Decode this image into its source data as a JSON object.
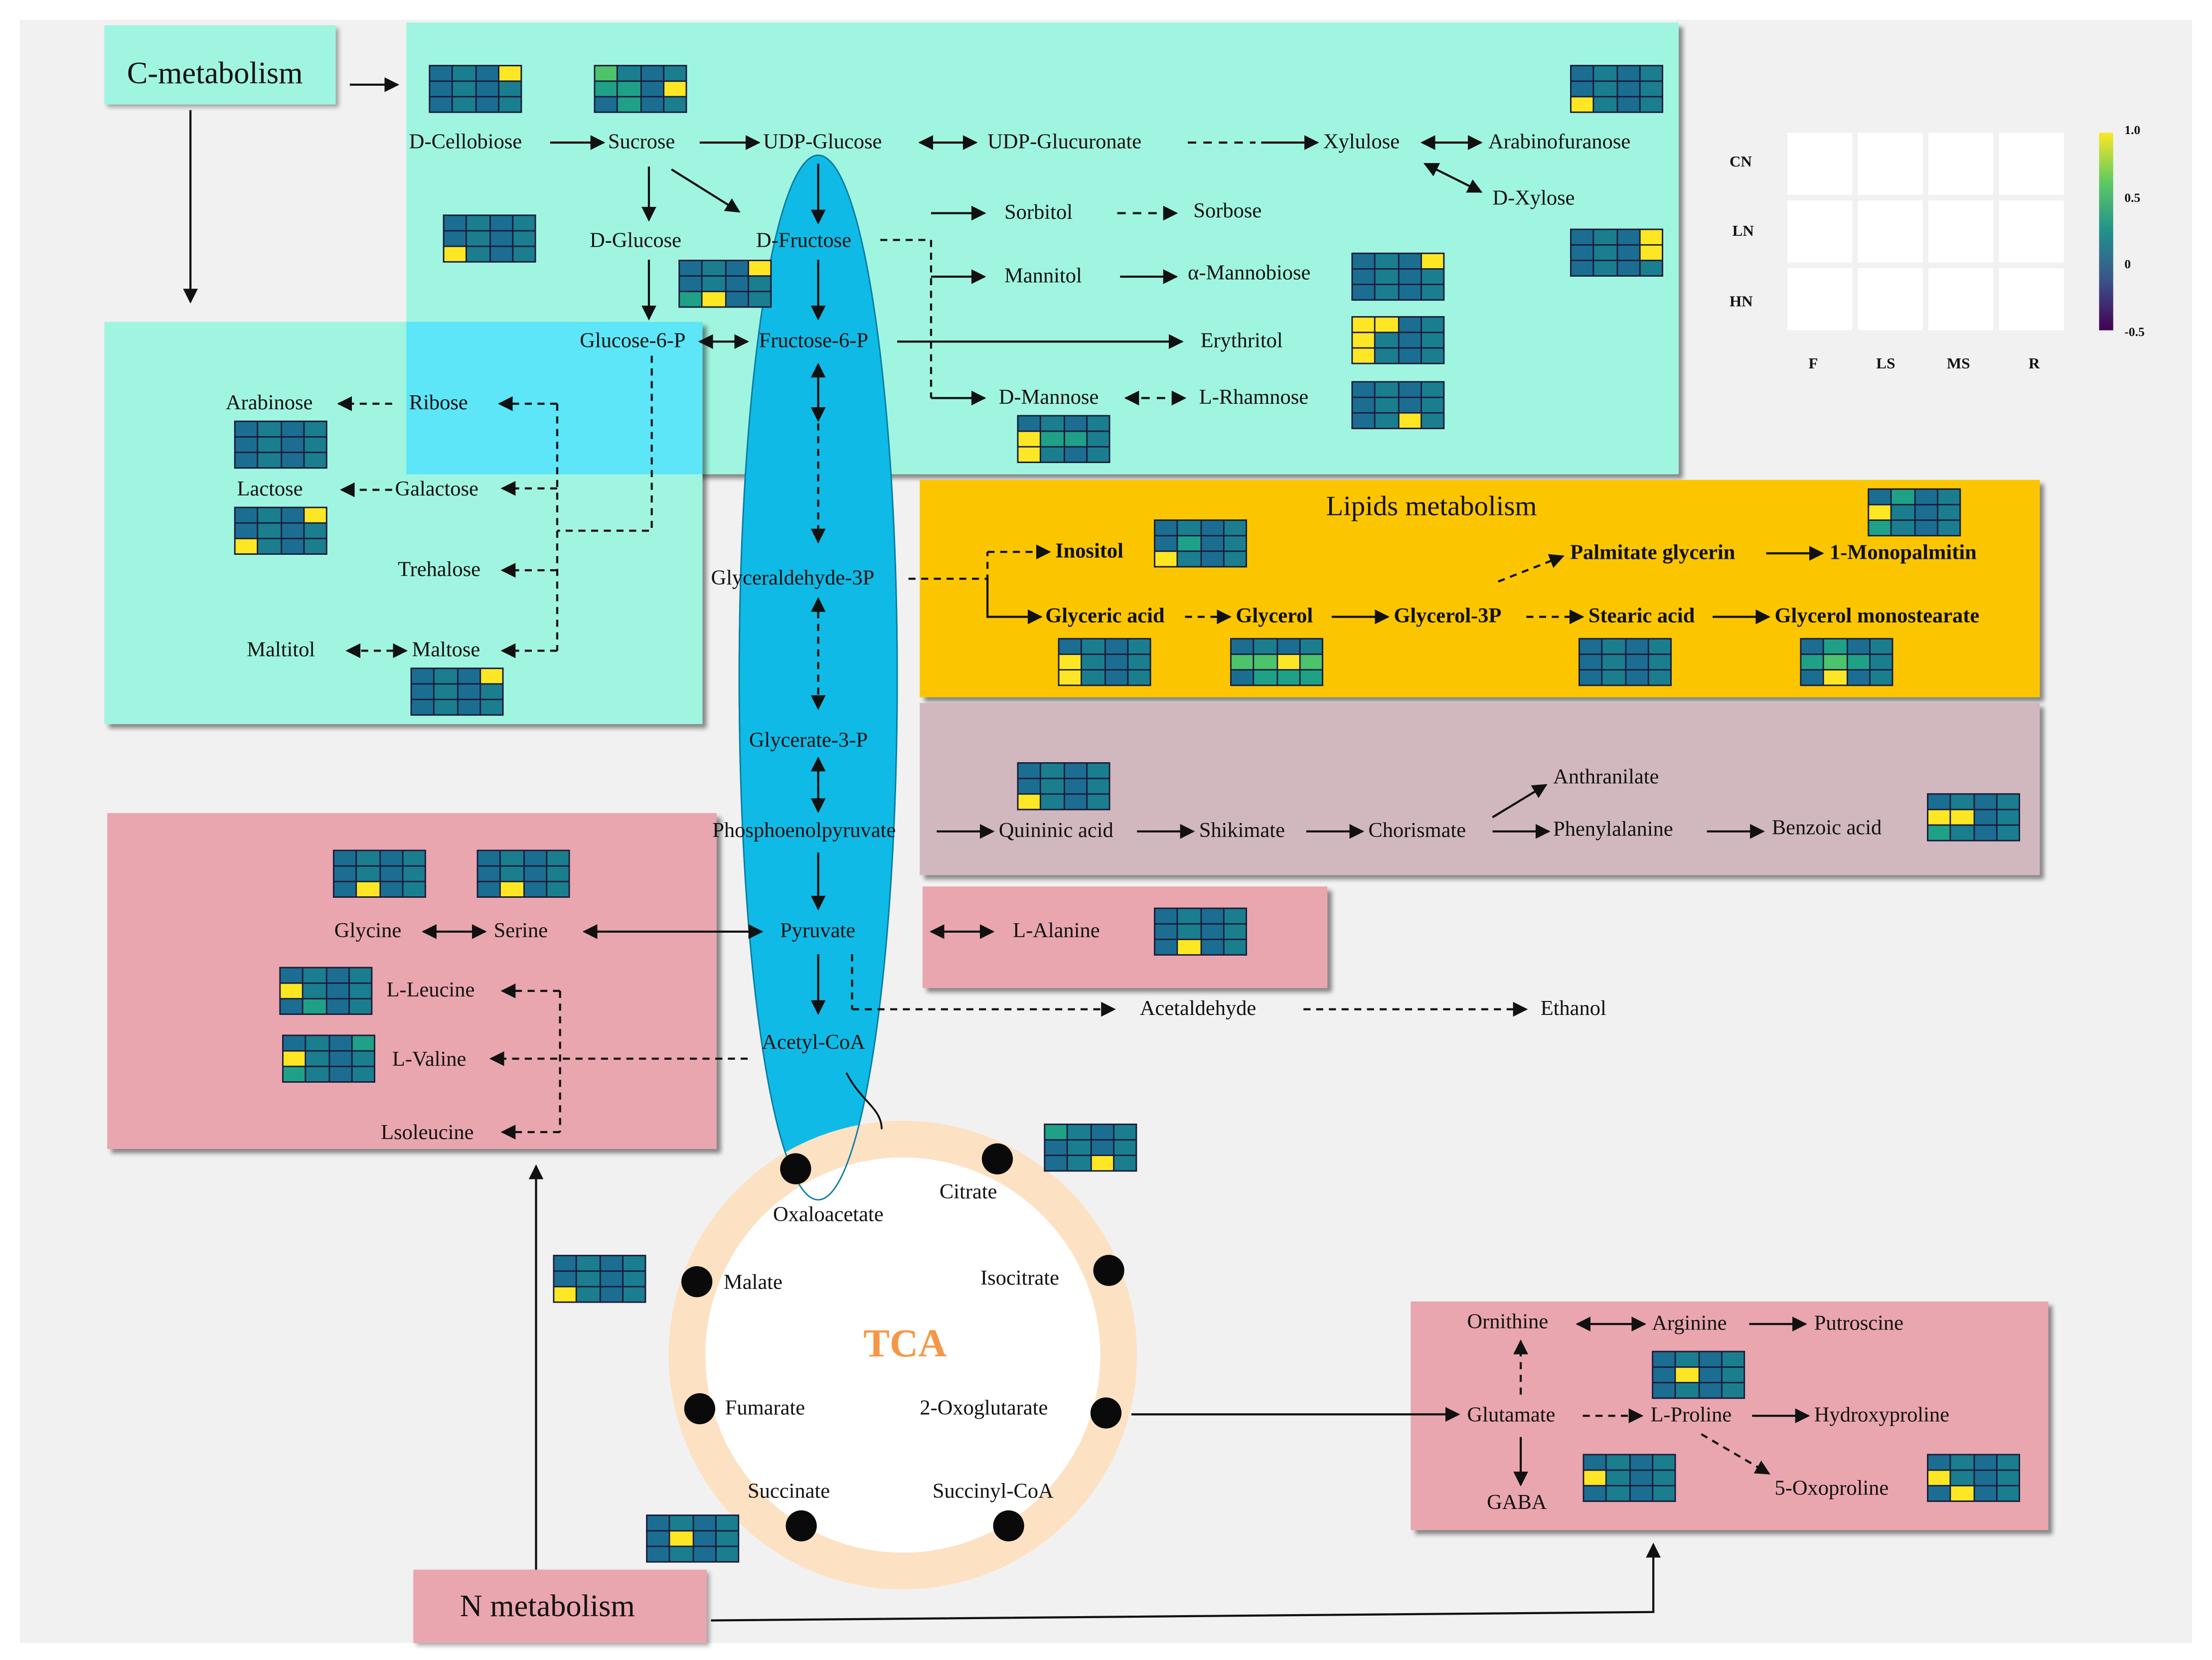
{
  "sections": {
    "c_metabolism": "C-metabolism",
    "n_metabolism": "N metabolism",
    "lipids_metabolism": "Lipids metabolism",
    "tca": "TCA"
  },
  "metabolites": {
    "d_cellobiose": "D-Cellobiose",
    "sucrose": "Sucrose",
    "udp_glucose": "UDP-Glucose",
    "udp_glucuronate": "UDP-Glucuronate",
    "xylulose": "Xylulose",
    "arabinofuranose": "Arabinofuranose",
    "d_xylose": "D-Xylose",
    "d_glucose": "D-Glucose",
    "d_fructose": "D-Fructose",
    "sorbitol": "Sorbitol",
    "sorbose": "Sorbose",
    "mannitol": "Mannitol",
    "mannobiose": "α-Mannobiose",
    "glucose_6p": "Glucose-6-P",
    "fructose_6p": "Fructose-6-P",
    "erythritol": "Erythritol",
    "d_mannose": "D-Mannose",
    "l_rhamnose": "L-Rhamnose",
    "arabinose": "Arabinose",
    "ribose": "Ribose",
    "lactose": "Lactose",
    "galactose": "Galactose",
    "trehalose": "Trehalose",
    "maltitol": "Maltitol",
    "maltose": "Maltose",
    "glyceraldehyde_3p": "Glyceraldehyde-3P",
    "inositol": "Inositol",
    "palmitate_glycerin": "Palmitate glycerin",
    "monopalmitin": "1-Monopalmitin",
    "glyceric_acid": "Glyceric acid",
    "glycerol": "Glycerol",
    "glycerol_3p": "Glycerol-3P",
    "stearic_acid": "Stearic acid",
    "glycerol_monostearate": "Glycerol monostearate",
    "glycerate_3p": "Glycerate-3-P",
    "anthranilate": "Anthranilate",
    "phosphoenolpyruvate": "Phosphoenolpyruvate",
    "quininic_acid": "Quininic acid",
    "shikimate": "Shikimate",
    "chorismate": "Chorismate",
    "phenylalanine": "Phenylalanine",
    "benzoic_acid": "Benzoic acid",
    "glycine": "Glycine",
    "serine": "Serine",
    "pyruvate": "Pyruvate",
    "l_alanine": "L-Alanine",
    "l_leucine": "L-Leucine",
    "l_valine": "L-Valine",
    "lsoleucine": "Lsoleucine",
    "acetaldehyde": "Acetaldehyde",
    "ethanol": "Ethanol",
    "acetyl_coa": "Acetyl-CoA",
    "oxaloacetate": "Oxaloacetate",
    "citrate": "Citrate",
    "malate": "Malate",
    "isocitrate": "Isocitrate",
    "fumarate": "Fumarate",
    "oxoglutarate": "2-Oxoglutarate",
    "succinate": "Succinate",
    "succinyl_coa": "Succinyl-CoA",
    "ornithine": "Ornithine",
    "arginine": "Arginine",
    "putroscine": "Putroscine",
    "glutamate": "Glutamate",
    "l_proline": "L-Proline",
    "hydroxyproline": "Hydroxyproline",
    "gaba": "GABA",
    "oxoproline": "5-Oxoproline"
  },
  "legend": {
    "rows": [
      "CN",
      "LN",
      "HN"
    ],
    "cols": [
      "F",
      "LS",
      "MS",
      "R"
    ],
    "scale_ticks": [
      "1.0",
      "0.5",
      "0",
      "-0.5"
    ]
  },
  "colors": {
    "c_box": "#a0f5e0",
    "overlap": "#5de6f7",
    "pathway": "#0fbbe6",
    "lipids": "#fbc600",
    "aromatic": "#d1b8be",
    "amino": "#e9a6ae",
    "tca_ring": "#fde1c3",
    "tca_text": "#f59744",
    "v_low": "#1b6e91",
    "v_mid": "#1fa187",
    "v_green": "#4dc36b",
    "v_lgreen": "#a0da39",
    "v_yellow": "#fde725"
  },
  "heatmaps": {
    "cellobiose": "bbbybbbbbbbb",
    "sucrose": "lbbbggbybgbb",
    "dglucose": "bbbbbbbbybbb",
    "dfructose": "bbbybbbbgybb",
    "xylulose": "bbbbbbbbybbb",
    "dxylose": "bbbybbbybbbb",
    "mannobiose": "bbbybbbbbbbb",
    "erythritol": "yybbybbbybbb",
    "lrhamnose": "bbbbbbbbbbyb",
    "dmannose": "bbbbyggbybbb",
    "arabinose": "bbbbbbbbbbbb",
    "lactose": "bbbybbbbybbb",
    "maltose": "bbbybbbbbbbb",
    "monopalmitin": "bgbbybbbgbbb",
    "inositol": "bbbbbgbbybbb",
    "glycericacid": "bbbbybbbybbb",
    "glycerol": "bbbbllylbggg",
    "stearicacid": "bbbbbbbbbbbb",
    "glycmono": "bgbbglgbbybb",
    "quininic": "bbbbbbbbybbb",
    "benzoic": "bbbbyybbgbbb",
    "glycine": "bbbbbbbbbybb",
    "serine": "bbbbbbbbbybb",
    "lalanine": "bbbbbbbbbybb",
    "lleucine": "bbbbybbbbgbb",
    "lvaline": "bbbgybbbgbbb",
    "citrate": "gbbbbbbbbbyb",
    "malate": "bbbbbbbbybbb",
    "succinate": "bbbbbybbbbbb",
    "lproline": "bbbbbybbbbbb",
    "gaba": "bbbbybbbbbbb",
    "oxoproline": "bbbbybbbbybb"
  }
}
